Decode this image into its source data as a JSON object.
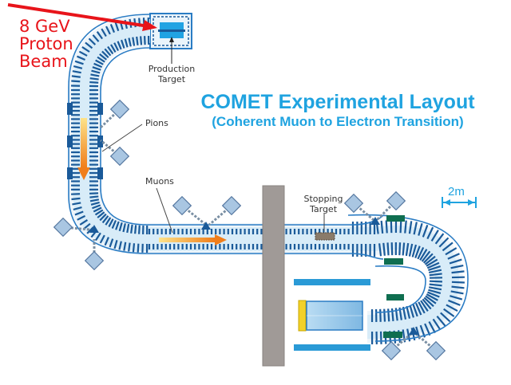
{
  "beam": {
    "line1": "8 GeV",
    "line2": "Proton",
    "line3": "Beam"
  },
  "labels": {
    "production_target_line1": "Production",
    "production_target_line2": "Target",
    "pions": "Pions",
    "muons": "Muons",
    "stopping_target_line1": "Stopping",
    "stopping_target_line2": "Target",
    "scale": "2m"
  },
  "title": {
    "main": "COMET Experimental Layout",
    "sub": "(Coherent Muon to Electron Transition)"
  },
  "colors": {
    "beam_red": "#e8141a",
    "title_blue": "#1fa3e0",
    "solenoid_blue": "#2a7cc4",
    "coil_dark": "#1a5a99",
    "wall_gray": "#a09a97",
    "flow_orange": "#f39a2b",
    "detector_green": "#0f6e50",
    "calorimeter_yellow": "#f2d12a"
  }
}
